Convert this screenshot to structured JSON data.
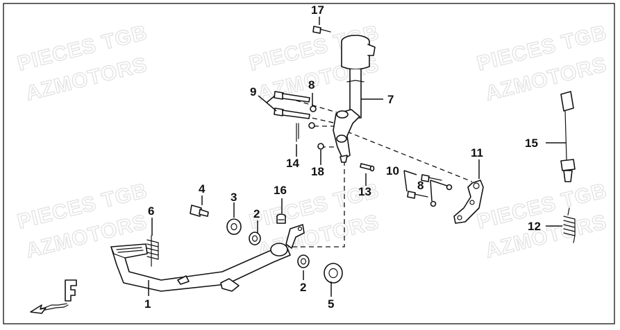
{
  "watermarks": [
    "PIECES TGB",
    "AZMOTORS",
    "PIECES TGB",
    "AZMOTORS",
    "PIECES TGB",
    "AZMOTORS",
    "PIECES TGB",
    "AZMOTORS",
    "PIECES TGB",
    "AZMOTORS",
    "PIECES TGB",
    "AZMOTORS"
  ],
  "callouts": {
    "c1": "1",
    "c2a": "2",
    "c2b": "2",
    "c3": "3",
    "c4": "4",
    "c5": "5",
    "c6": "6",
    "c7": "7",
    "c8a": "8",
    "c8b": "8",
    "c9": "9",
    "c10": "10",
    "c11": "11",
    "c12": "12",
    "c13": "13",
    "c14": "14",
    "c15": "15",
    "c16": "16",
    "c17": "17",
    "c18": "18"
  },
  "direction_marker": {
    "letter": "F",
    "icon": "front-arrow-icon"
  }
}
